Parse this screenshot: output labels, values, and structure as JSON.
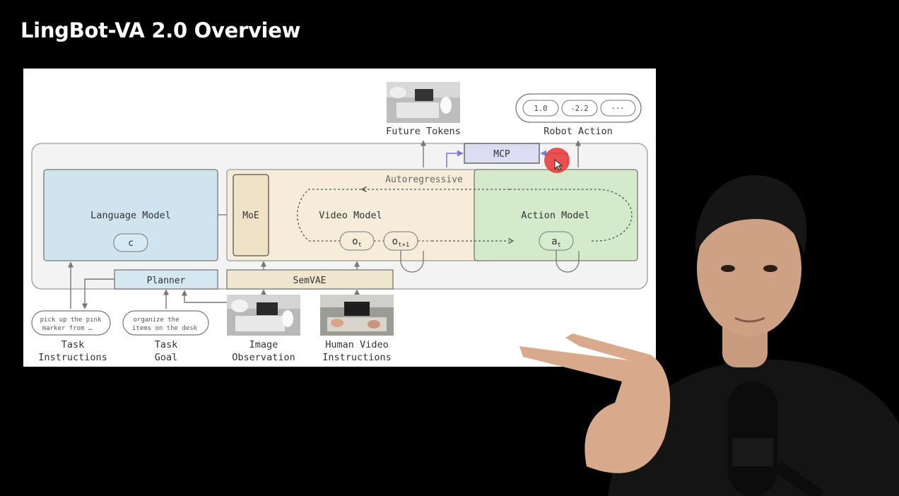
{
  "slide": {
    "title": "LingBot-VA 2.0 Overview"
  },
  "diagram": {
    "top_outputs": {
      "future_tokens_label": "Future Tokens",
      "robot_action_label": "Robot Action",
      "action_values": [
        "1.0",
        "-2.2",
        "···"
      ],
      "mcp_label": "MCP"
    },
    "language_model": {
      "label": "Language Model",
      "token": "c"
    },
    "moe_label": "MoE",
    "video_model": {
      "label": "Video Model",
      "loop_label": "Autoregressive",
      "token_ot": "o",
      "token_ot_sub": "t",
      "token_ot1": "o",
      "token_ot1_sub": "t+1"
    },
    "action_model": {
      "label": "Action Model",
      "token": "a",
      "token_sub": "t"
    },
    "planner_label": "Planner",
    "semvae_label": "SemVAE",
    "inputs": {
      "task_instructions_text_1": "pick up the pink",
      "task_instructions_text_2": "marker from …",
      "task_instructions_label_1": "Task",
      "task_instructions_label_2": "Instructions",
      "task_goal_text_1": "organize the",
      "task_goal_text_2": "items on the desk",
      "task_goal_label_1": "Task",
      "task_goal_label_2": "Goal",
      "image_observation_label_1": "Image",
      "image_observation_label_2": "Observation",
      "human_video_label_1": "Human Video",
      "human_video_label_2": "Instructions"
    }
  },
  "colors": {
    "language_blue": "#cfe4ee",
    "video_cream": "#f6ecd9",
    "action_green": "#d4eacb",
    "planner_blue": "#d5e8f1",
    "semvae_tan": "#efe6cd",
    "mcp_lavender": "#dcdcf2",
    "cursor_red": "#e83a3a"
  },
  "icons": [
    "pointer-cursor-icon"
  ]
}
